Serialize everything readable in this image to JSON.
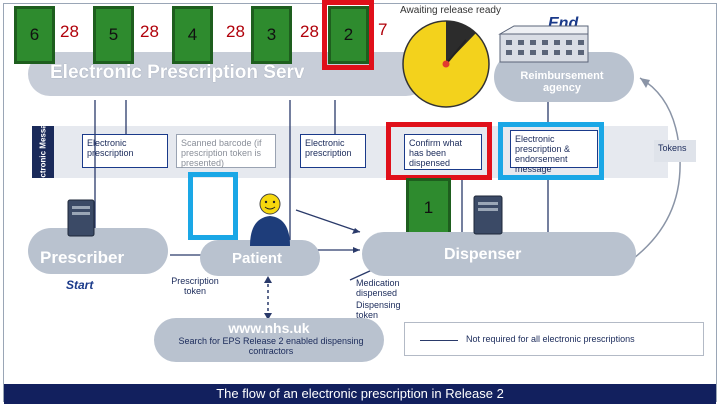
{
  "tiles": {
    "t6": {
      "label": "6",
      "count": "28"
    },
    "t5": {
      "label": "5",
      "count": "28"
    },
    "t4": {
      "label": "4",
      "count": "28"
    },
    "t3": {
      "label": "3",
      "count": "28"
    },
    "t2": {
      "label": "2",
      "count": "7"
    },
    "t1": {
      "label": "1"
    }
  },
  "timer": {
    "title": "Awaiting release ready"
  },
  "header": {
    "title": "Electronic Prescription Serv"
  },
  "end": {
    "title": "End",
    "subtitle": "Reimbursement agency"
  },
  "messaging": {
    "band_label": "Electronic Messaging",
    "slots": [
      "Electronic prescription",
      "Scanned barcode (if prescription token is presented)",
      "Electronic prescription",
      "Confirm what has been dispensed",
      "Electronic prescription & endorsement message",
      "Tokens"
    ]
  },
  "nodes": {
    "prescriber": "Prescriber",
    "start": "Start",
    "patient": "Patient",
    "dispenser": "Dispenser",
    "prescription_token": "Prescription token",
    "medication": "Medication dispensed",
    "dispensing_token": "Dispensing token"
  },
  "nhs": {
    "title": "www.nhs.uk",
    "subtitle": "Search for EPS Release 2 enabled dispensing contractors"
  },
  "legend": {
    "text": "Not required for all electronic prescriptions"
  },
  "footer": {
    "caption": "The flow of an electronic prescription in Release 2"
  },
  "colors": {
    "tile_green": "#2e8b2e",
    "highlight_red": "#e0101a",
    "highlight_blue": "#1aa7e6",
    "footer_navy": "#12205e"
  }
}
